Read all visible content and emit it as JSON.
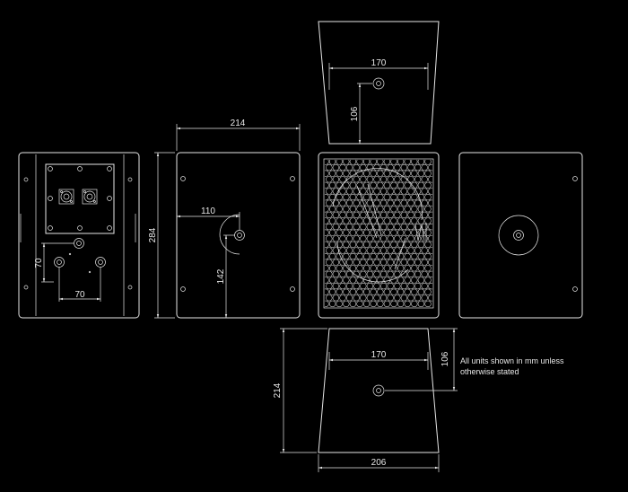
{
  "dimensions": {
    "top_width": "170",
    "top_depth": "106",
    "side_width": "214",
    "height": "284",
    "driver_offset_x": "110",
    "driver_offset_y": "142",
    "back_mount_x": "70",
    "back_mount_y": "70",
    "bottom_width": "170",
    "bottom_depth": "106",
    "bottom_height": "214",
    "bottom_base": "206"
  },
  "note": {
    "line1": "All units shown in mm unless",
    "line2": "otherwise stated"
  },
  "colors": {
    "background": "#000000",
    "lines": "#e6e6e6"
  }
}
